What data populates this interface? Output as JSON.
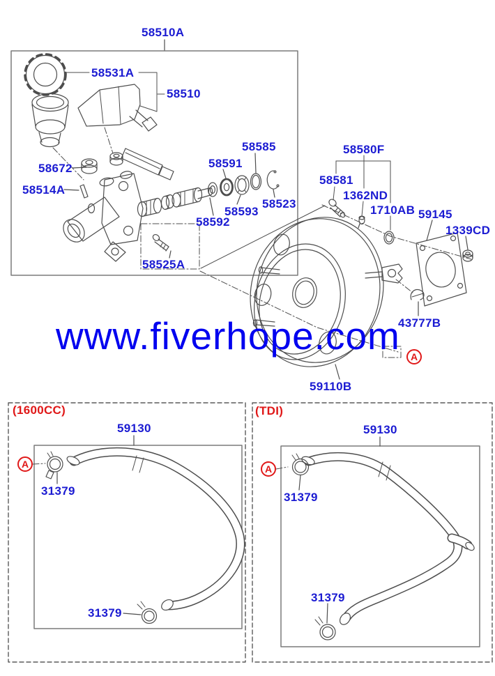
{
  "watermark_text": "www.fiverhope.com",
  "detail_marker": "A",
  "colors": {
    "part_label": "#1b1bd2",
    "section_label": "#e01818",
    "watermark": "#0101ef",
    "drawing_line": "#4d4d4d"
  },
  "main_assembly": {
    "box_label": "58510A",
    "parts": {
      "p58531A": "58531A",
      "p58510": "58510",
      "p58672": "58672",
      "p58514A": "58514A",
      "p58525A": "58525A",
      "p58585": "58585",
      "p58591": "58591",
      "p58592": "58592",
      "p58593": "58593",
      "p58523": "58523",
      "p58580F": "58580F",
      "p58581": "58581",
      "p1362ND": "1362ND",
      "p1710AB": "1710AB",
      "p59145": "59145",
      "p1339CD": "1339CD",
      "p43777B": "43777B",
      "p59110B": "59110B"
    }
  },
  "variant_left": {
    "engine": "(1600CC)",
    "hose": "59130",
    "clamp_upper": "31379",
    "clamp_lower": "31379"
  },
  "variant_right": {
    "engine": "(TDI)",
    "hose": "59130",
    "clamp_upper": "31379",
    "clamp_lower": "31379"
  }
}
